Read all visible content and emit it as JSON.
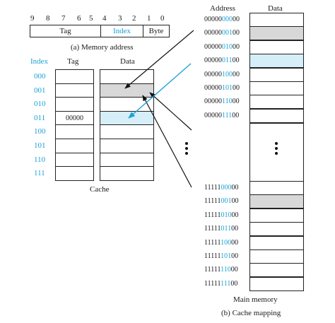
{
  "memory_address": {
    "bit_numbers": [
      "9",
      "8",
      "7",
      "6",
      "5",
      "4",
      "3",
      "2",
      "1",
      "0"
    ],
    "fields": {
      "tag": "Tag",
      "index": "Index",
      "byte": "Byte"
    },
    "caption": "(a) Memory address"
  },
  "cache": {
    "header_index": "Index",
    "header_tag": "Tag",
    "header_data": "Data",
    "rows": [
      {
        "index": "000",
        "tag": ""
      },
      {
        "index": "001",
        "tag": ""
      },
      {
        "index": "010",
        "tag": ""
      },
      {
        "index": "011",
        "tag": "00000"
      },
      {
        "index": "100",
        "tag": ""
      },
      {
        "index": "101",
        "tag": ""
      },
      {
        "index": "110",
        "tag": ""
      },
      {
        "index": "111",
        "tag": ""
      }
    ],
    "caption": "Cache"
  },
  "main_memory": {
    "header_address": "Address",
    "header_data": "Data",
    "top_addresses": [
      {
        "prefix": "00000",
        "index": "000",
        "byte": "00"
      },
      {
        "prefix": "00000",
        "index": "001",
        "byte": "00"
      },
      {
        "prefix": "00000",
        "index": "010",
        "byte": "00"
      },
      {
        "prefix": "00000",
        "index": "011",
        "byte": "00"
      },
      {
        "prefix": "00000",
        "index": "100",
        "byte": "00"
      },
      {
        "prefix": "00000",
        "index": "101",
        "byte": "00"
      },
      {
        "prefix": "00000",
        "index": "110",
        "byte": "00"
      },
      {
        "prefix": "00000",
        "index": "111",
        "byte": "00"
      }
    ],
    "bottom_addresses": [
      {
        "prefix": "11111",
        "index": "000",
        "byte": "00"
      },
      {
        "prefix": "11111",
        "index": "001",
        "byte": "00"
      },
      {
        "prefix": "11111",
        "index": "010",
        "byte": "00"
      },
      {
        "prefix": "11111",
        "index": "011",
        "byte": "00"
      },
      {
        "prefix": "11111",
        "index": "100",
        "byte": "00"
      },
      {
        "prefix": "11111",
        "index": "101",
        "byte": "00"
      },
      {
        "prefix": "11111",
        "index": "110",
        "byte": "00"
      },
      {
        "prefix": "11111",
        "index": "111",
        "byte": "00"
      }
    ],
    "caption": "Main memory"
  },
  "figure_caption": "(b) Cache mapping",
  "colors": {
    "accent_blue": "#1ba1d6",
    "highlight_gray": "#d8d8d8",
    "highlight_blue": "#d5eef8"
  }
}
